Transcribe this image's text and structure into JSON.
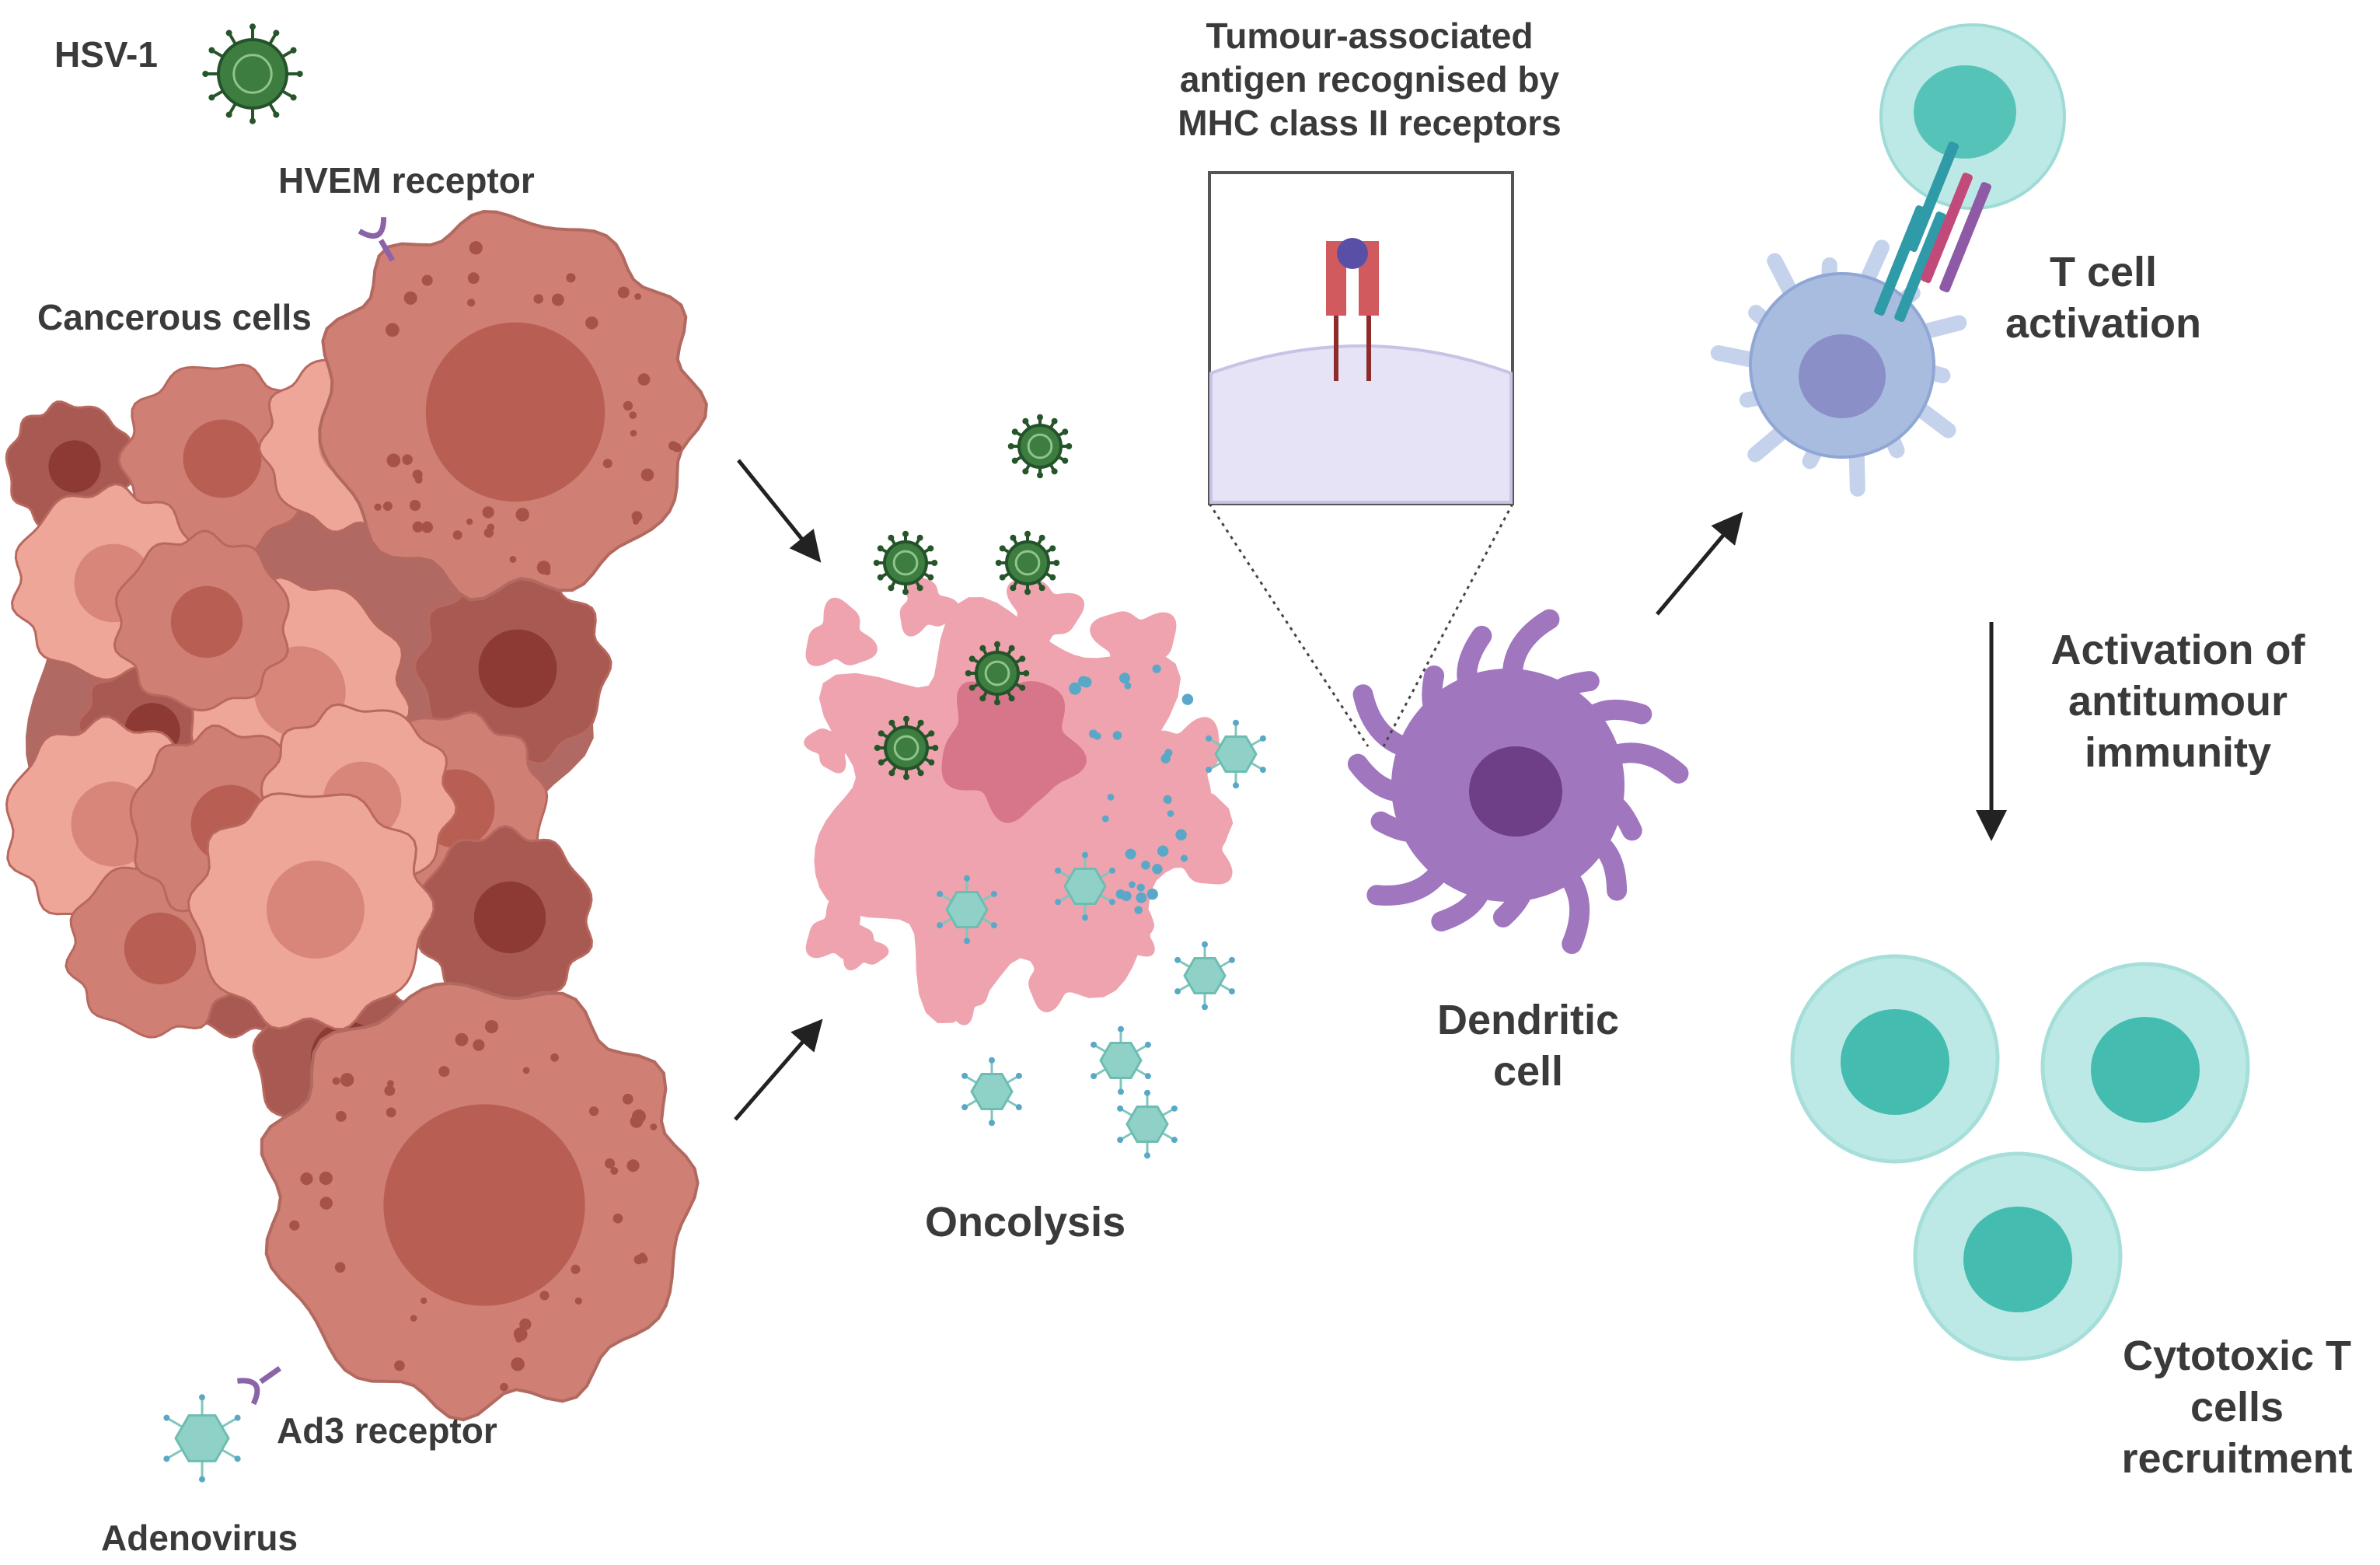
{
  "labels": {
    "hsv1": "HSV-1",
    "hvem_receptor": "HVEM receptor",
    "cancerous_cells": "Cancerous cells",
    "ad3_receptor": "Ad3 receptor",
    "adenovirus": "Adenovirus",
    "oncolysis": "Oncolysis",
    "antigen": [
      "Tumour-associated",
      "antigen recognised by",
      "MHC class II receptors"
    ],
    "dendritic_cell": [
      "Dendritic",
      "cell"
    ],
    "t_cell_activation": [
      "T cell",
      "activation"
    ],
    "antitumour_immunity": [
      "Activation of",
      "antitumour",
      "immunity"
    ],
    "cytotoxic_recruitment": [
      "Cytotoxic T",
      "cells",
      "recruitment"
    ]
  },
  "colors": {
    "text": "#3a3a3a",
    "cancer_cell": "#cf7f74",
    "cancer_cell_dark": "#a85a52",
    "cancer_cell_light": "#eea699",
    "cancer_nucleus": "#b85e52",
    "lysed_cell": "#eea3ae",
    "lysed_nucleus": "#d7768a",
    "hsv": "#3d7d40",
    "adenovirus": "#8fd1c6",
    "dendritic_cell": "#a076bf",
    "dendritic_nucleus": "#6e3e86",
    "t_cell": "#bce9e6",
    "t_cell_nucleus": "#44bcb0",
    "activated_dc": "#a8bce0",
    "mhc_receptor": "#d05a5e",
    "antigen": "#5a4fa7",
    "arrow": "#222222"
  },
  "icons": [
    "hsv1-virus-icon",
    "adenovirus-icon",
    "hvem-receptor-icon",
    "ad3-receptor-icon",
    "arrow-icon"
  ]
}
